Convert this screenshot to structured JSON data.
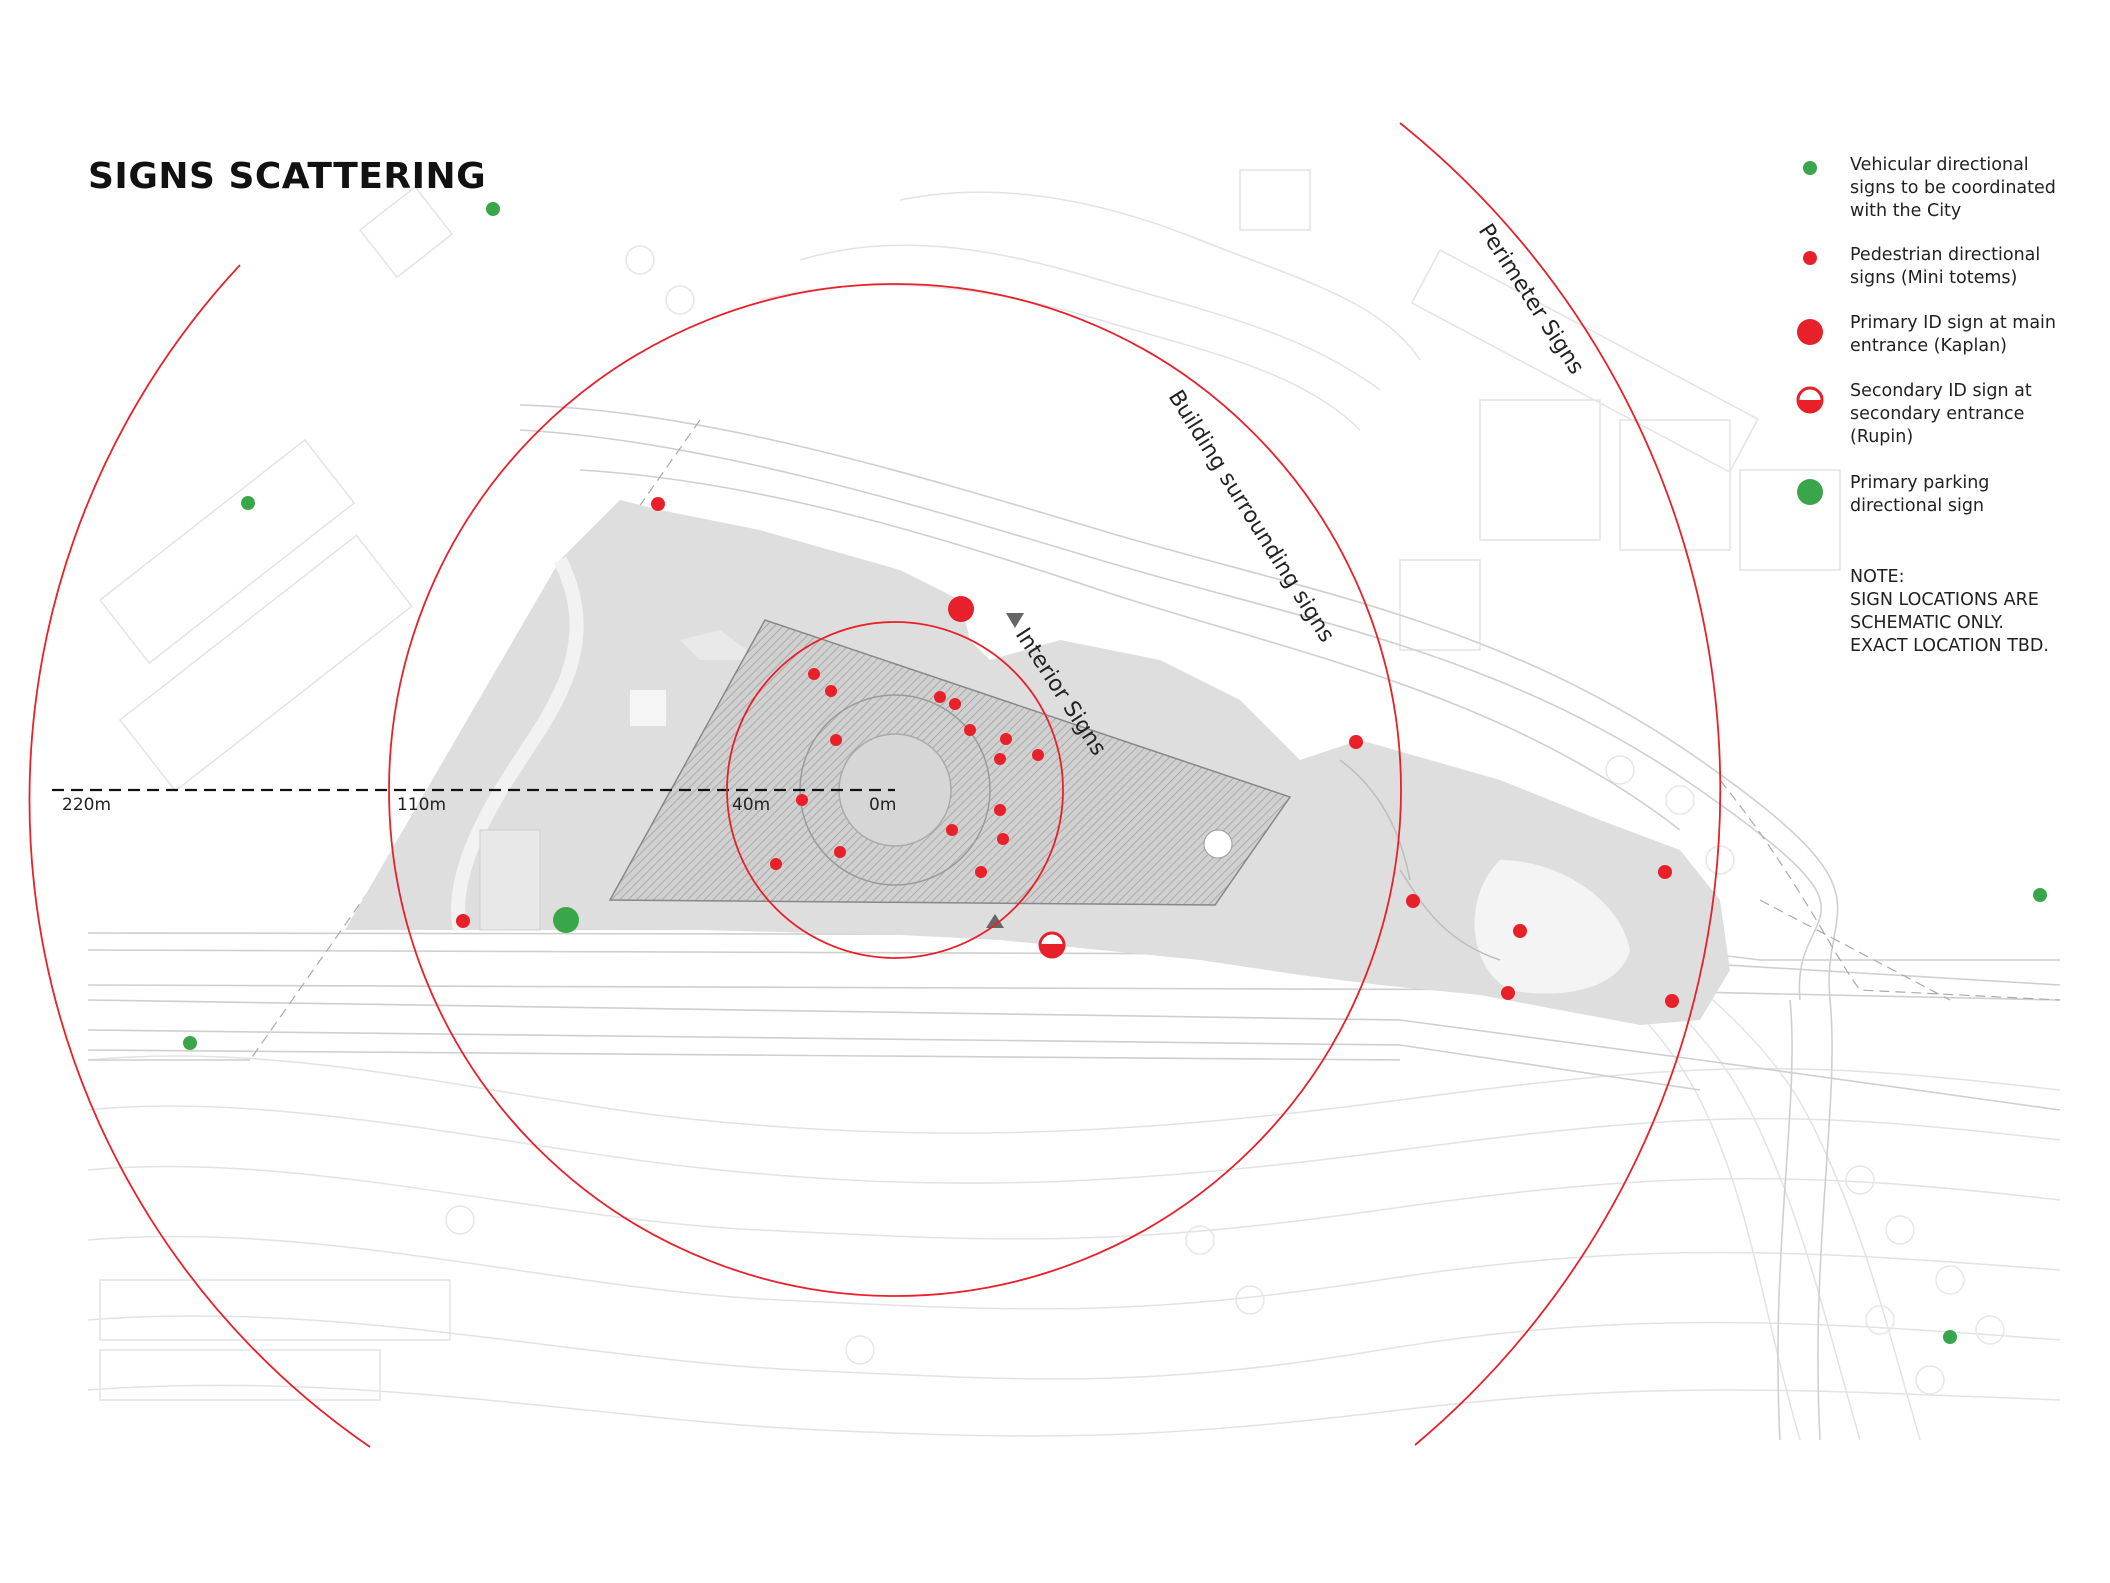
{
  "title": "SIGNS SCATTERING",
  "scale_labels": [
    "220m",
    "110m",
    "40m",
    "0m"
  ],
  "ring_labels": {
    "perimeter": "Perimeter Signs",
    "building": "Building surrounding signs",
    "interior": "Interior Signs"
  },
  "legend": [
    {
      "symbol": "vehicular-dot",
      "label": "Vehicular directional\nsigns to be coordinated\nwith the City"
    },
    {
      "symbol": "pedestrian-dot",
      "label": "Pedestrian directional\nsigns (Mini totems)"
    },
    {
      "symbol": "primary-id-dot",
      "label": "Primary ID sign at main\nentrance (Kaplan)"
    },
    {
      "symbol": "secondary-id-dot",
      "label": "Secondary ID sign at\nsecondary entrance\n(Rupin)"
    },
    {
      "symbol": "parking-dot",
      "label": "Primary parking\ndirectional sign"
    }
  ],
  "note": "NOTE:\nSIGN LOCATIONS ARE\nSCHEMATIC ONLY.\nEXACT LOCATION TBD.",
  "colors": {
    "red": "#e8202a",
    "green": "#3aa64a",
    "site_grey": "#dedede",
    "line_grey": "#c8c8c8"
  },
  "icons": [
    "vehicular-sign-icon",
    "pedestrian-sign-icon",
    "primary-id-sign-icon",
    "secondary-id-sign-icon",
    "parking-sign-icon"
  ]
}
